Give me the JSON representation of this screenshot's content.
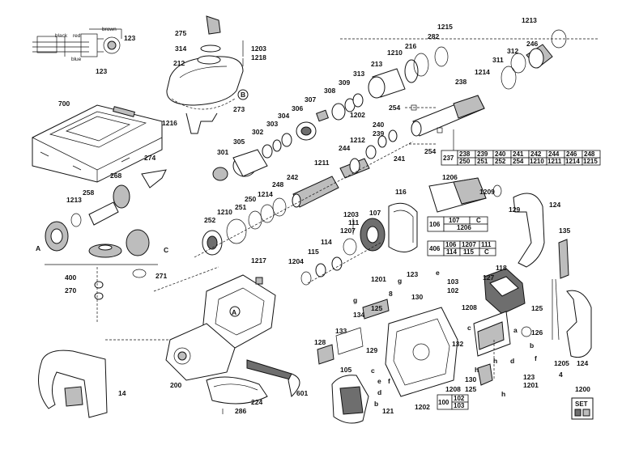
{
  "wiring": {
    "wire_black": "black",
    "wire_red": "red",
    "wire_brown": "brown",
    "wire_blue": "blue",
    "ref_a": "123",
    "ref_b": "123"
  },
  "labels": {
    "l275": "275",
    "l314": "314",
    "l212": "212",
    "l1203a": "1203",
    "l1218": "1218",
    "lB1": "B",
    "l273": "273",
    "l1216": "1216",
    "l700": "700",
    "l301": "301",
    "l305": "305",
    "l302": "302",
    "l303": "303",
    "l304": "304",
    "l306": "306",
    "l307": "307",
    "l308": "308",
    "l309": "309",
    "l313": "313",
    "l213": "213",
    "l1210a": "1210",
    "l216": "216",
    "l282": "282",
    "l1215": "1215",
    "l1213a": "1213",
    "l246": "246",
    "l312": "312",
    "l311": "311",
    "l1214a": "1214",
    "l238": "238",
    "l254a": "254",
    "l254b": "254",
    "l1202a": "1202",
    "l240": "240",
    "l239": "239",
    "l1212": "1212",
    "l241": "241",
    "l244": "244",
    "l274": "274",
    "l268": "268",
    "l1213b": "1213",
    "l258": "258",
    "lA1": "A",
    "l400": "400",
    "l270": "270",
    "l271": "271",
    "lC1": "C",
    "l252": "252",
    "l1210b": "1210",
    "l251": "251",
    "l250": "250",
    "l1214b": "1214",
    "l248": "248",
    "l242": "242",
    "l1211": "1211",
    "l1206": "1206",
    "l1209": "1209",
    "l116": "116",
    "l124a": "124",
    "l129a": "129",
    "l135": "135",
    "l1203b": "1203",
    "l111": "111",
    "l1207": "1207",
    "l107": "107",
    "l114": "114",
    "l115": "115",
    "l1204": "1204",
    "l1217": "1217",
    "lA2": "A",
    "l1201a": "1201",
    "lg1": "g",
    "l123a": "123",
    "le1": "e",
    "l103": "103",
    "l102": "102",
    "l8": "8",
    "l130a": "130",
    "l125a": "125",
    "l134": "134",
    "lg2": "g",
    "l133": "133",
    "l128": "128",
    "l129b": "129",
    "l118": "118",
    "l127": "127",
    "l1208a": "1208",
    "lc1": "c",
    "la1": "a",
    "lb1": "b",
    "l125b": "125",
    "l126": "126",
    "l132": "132",
    "lh1": "h",
    "ld1": "d",
    "lf1": "f",
    "l1205": "1205",
    "l124b": "124",
    "lh2": "h",
    "l123b": "123",
    "l1201b": "1201",
    "l4": "4",
    "l130b": "130",
    "l125c": "125",
    "lh3": "h",
    "l1208b": "1208",
    "l105": "105",
    "lc2": "c",
    "le2": "e",
    "lf2": "f",
    "ld2": "d",
    "lb2": "b",
    "l121": "121",
    "l1202b": "1202",
    "l14": "14",
    "l200": "200",
    "l224": "224",
    "l601": "601",
    "l286": "286",
    "l1200": "1200",
    "lset": "SET"
  },
  "table_top": {
    "row1": [
      "237",
      "238",
      "239",
      "240",
      "241",
      "242",
      "244",
      "246",
      "248"
    ],
    "row2": [
      "250",
      "251",
      "252",
      "254",
      "1210",
      "1211",
      "1214",
      "1215"
    ]
  },
  "table_mid": {
    "r1": [
      "106",
      "107",
      "C"
    ],
    "r2": [
      "1206"
    ]
  },
  "table_low": {
    "r1": [
      "406",
      "106",
      "1207",
      "111"
    ],
    "r2": [
      "114",
      "115",
      "C"
    ]
  },
  "table_btm": {
    "left": "100",
    "r1": "102",
    "r2": "103"
  }
}
